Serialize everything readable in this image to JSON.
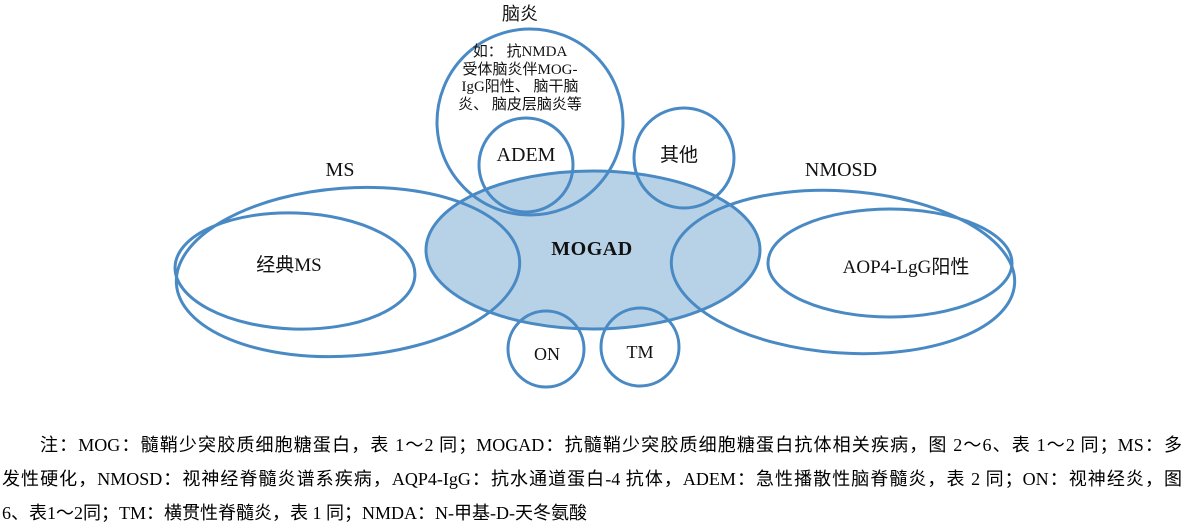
{
  "figure": {
    "colors": {
      "ellipse_stroke": "#4A8AC4",
      "mogad_fill": "#B7D2E6",
      "background": "#FFFFFF",
      "text": "#111111"
    },
    "labels": {
      "encephalitis": "脑炎",
      "encephalitis_details": [
        "如： 抗NMDA",
        "受体脑炎伴MOG-",
        "IgG阳性、 脑干脑",
        "炎、 脑皮层脑炎等"
      ],
      "adem": "ADEM",
      "other": "其他",
      "ms": "MS",
      "classic_ms": "经典MS",
      "mogad": "MOGAD",
      "nmosd": "NMOSD",
      "aqp4_positive": "AOP4-LgG阳性",
      "on": "ON",
      "tm": "TM"
    }
  },
  "note": {
    "lines": [
      "注：MOG：髓鞘少突胶质细胞糖蛋白，表 1～2 同；MOGAD：抗髓鞘少突胶质细胞糖蛋白抗体相关疾病，图 2～6、表 1～2 同；MS：多",
      "发性硬化，NMOSD：视神经脊髓炎谱系疾病，AQP4-IgG：抗水通道蛋白-4 抗体，ADEM：急性播散性脑脊髓炎，表 2 同；ON：视神经炎，图",
      "6、表1～2同；TM：横贯性脊髓炎，表 1 同；NMDA：N-甲基-D-天冬氨酸"
    ]
  }
}
